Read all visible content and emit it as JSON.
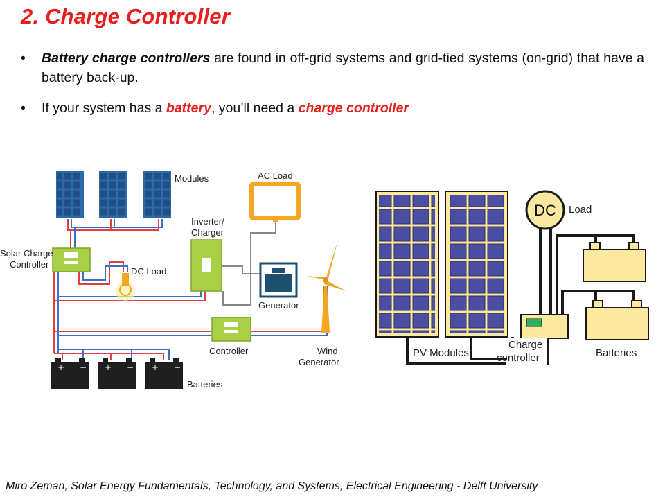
{
  "slide": {
    "title": "2. Charge Controller",
    "bullet_marker": "•",
    "bullet1": {
      "bold_term": "Battery charge controllers",
      "rest": " are found in off-grid systems and grid-tied systems (on-grid) that have a battery back-up."
    },
    "bullet2": {
      "part1": "If your system has a ",
      "battery": "battery",
      "part2": ", you’ll need a ",
      "controller": "charge controller"
    },
    "footer": "Miro Zeman, Solar Energy Fundamentals, Technology, and Systems, Electrical Engineering - Delft University"
  },
  "left_diagram": {
    "modules": "Modules",
    "ac_load": "AC Load",
    "inverter_line1": "Inverter/",
    "inverter_line2": "Charger",
    "solar_cc_line1": "Solar Charge",
    "solar_cc_line2": "Controller",
    "dc_load": "DC Load",
    "generator": "Generator",
    "controller": "Controller",
    "wind_line1": "Wind",
    "wind_line2": "Generator",
    "batteries": "Batteries"
  },
  "right_diagram": {
    "dc": "DC",
    "load": "Load",
    "pv_modules": "PV Modules",
    "charge_line1": "Charge",
    "charge_line2": "controller",
    "batteries": "Batteries"
  },
  "colors": {
    "title_red": "#e8201d",
    "panel_blue": "#2b6aa8",
    "controller_green": "#a8cf45",
    "wire_red": "#e04040",
    "wire_blue": "#3a70c8",
    "load_orange": "#f5a623",
    "battery_yellow": "#fde9a4"
  }
}
